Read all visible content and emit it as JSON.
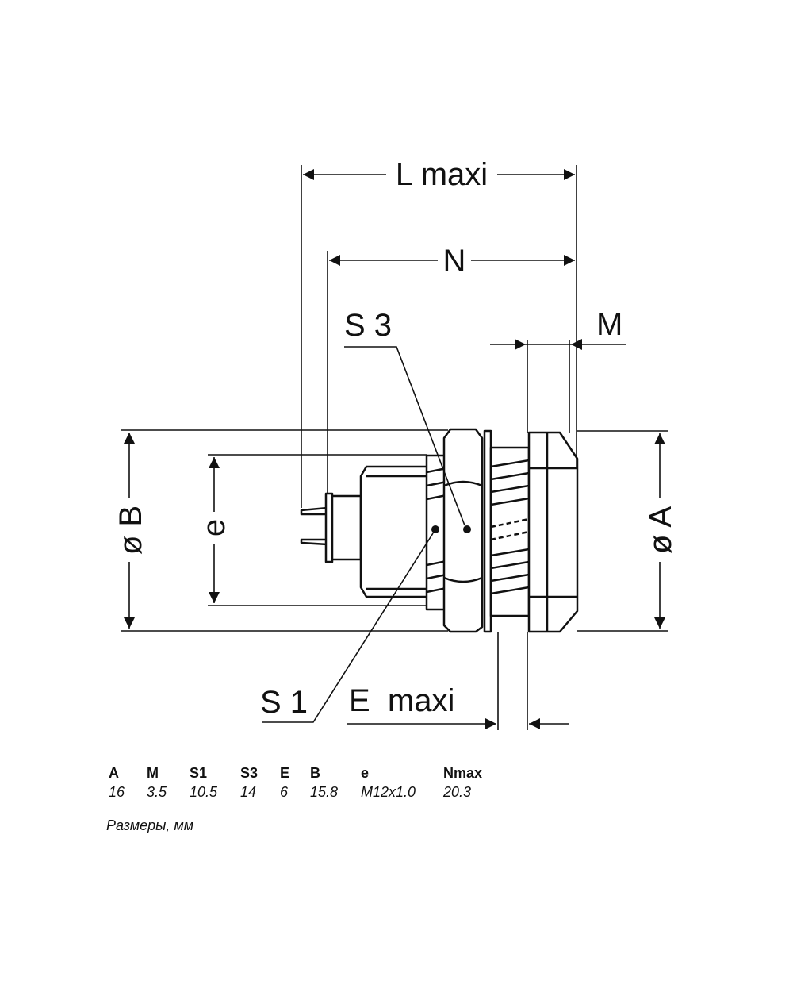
{
  "labels": {
    "l_maxi": "L maxi",
    "n": "N",
    "s3": "S 3",
    "m": "M",
    "dia_b": "ø B",
    "e_small": "e",
    "dia_a": "ø A",
    "s1": "S 1",
    "e_maxi": "E  maxi"
  },
  "table": {
    "headers": [
      "A",
      "M",
      "S1",
      "S3",
      "E",
      "B",
      "e",
      "Nmax"
    ],
    "values": [
      "16",
      "3.5",
      "10.5",
      "14",
      "6",
      "15.8",
      "M12x1.0",
      "20.3"
    ]
  },
  "units_note": "Размеры, мм"
}
